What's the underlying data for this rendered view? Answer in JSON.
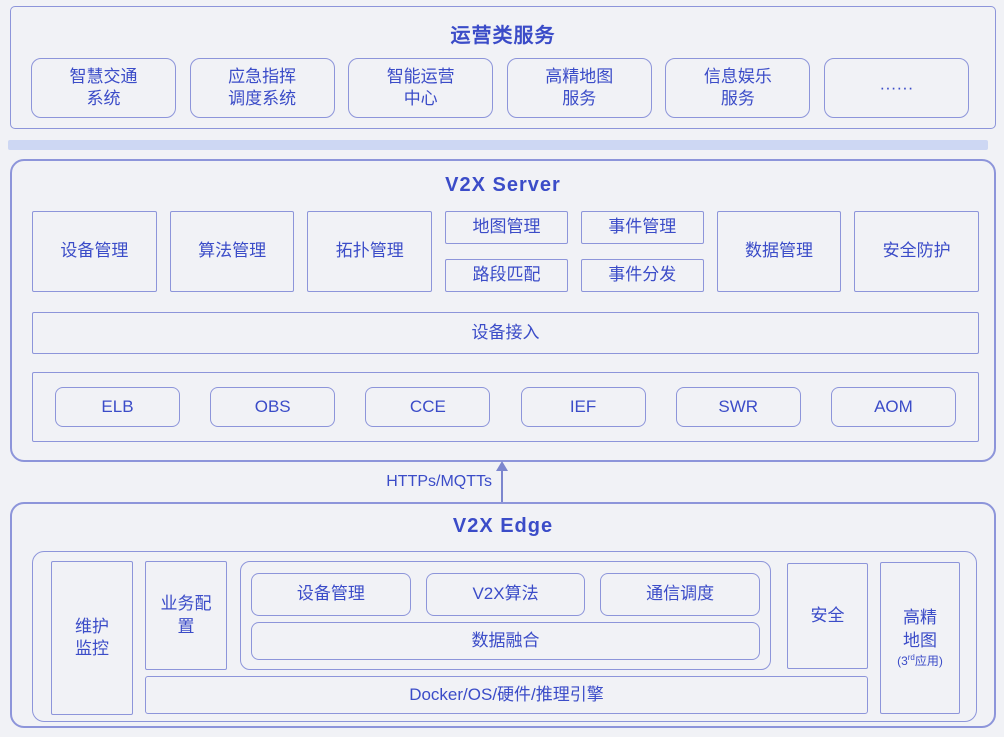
{
  "colors": {
    "background": "#f1f2f6",
    "border": "#8d95da",
    "text": "#3b4cc8",
    "divider": "#cdd7f3",
    "arrow": "#7c86ce"
  },
  "services": {
    "title": "运营类服务",
    "items": [
      {
        "label": "智慧交通\n系统"
      },
      {
        "label": "应急指挥\n调度系统"
      },
      {
        "label": "智能运营\n中心"
      },
      {
        "label": "高精地图\n服务"
      },
      {
        "label": "信息娱乐\n服务"
      },
      {
        "label": "······"
      }
    ]
  },
  "server": {
    "title": "V2X Server",
    "modules": [
      {
        "label": "设备管理"
      },
      {
        "label": "算法管理"
      },
      {
        "label": "拓扑管理"
      },
      {
        "top": "地图管理",
        "bottom": "路段匹配"
      },
      {
        "top": "事件管理",
        "bottom": "事件分发"
      },
      {
        "label": "数据管理"
      },
      {
        "label": "安全防护"
      }
    ],
    "access_bar": "设备接入",
    "cloud_services": [
      {
        "label": "ELB"
      },
      {
        "label": "OBS"
      },
      {
        "label": "CCE"
      },
      {
        "label": "IEF"
      },
      {
        "label": "SWR"
      },
      {
        "label": "AOM"
      }
    ]
  },
  "link": {
    "protocol_label": "HTTPs/MQTTs"
  },
  "edge": {
    "title": "V2X Edge",
    "maintenance": "维护\n监控",
    "service_config": "业务配\n置",
    "functions": [
      {
        "label": "设备管理"
      },
      {
        "label": "V2X算法"
      },
      {
        "label": "通信调度"
      }
    ],
    "data_fusion": "数据融合",
    "security": "安全",
    "hd_map": {
      "name": "高精\n地图",
      "note_prefix": "(3",
      "note_sup": "rd",
      "note_suffix": "应用)"
    },
    "platform": "Docker/OS/硬件/推理引擎"
  }
}
